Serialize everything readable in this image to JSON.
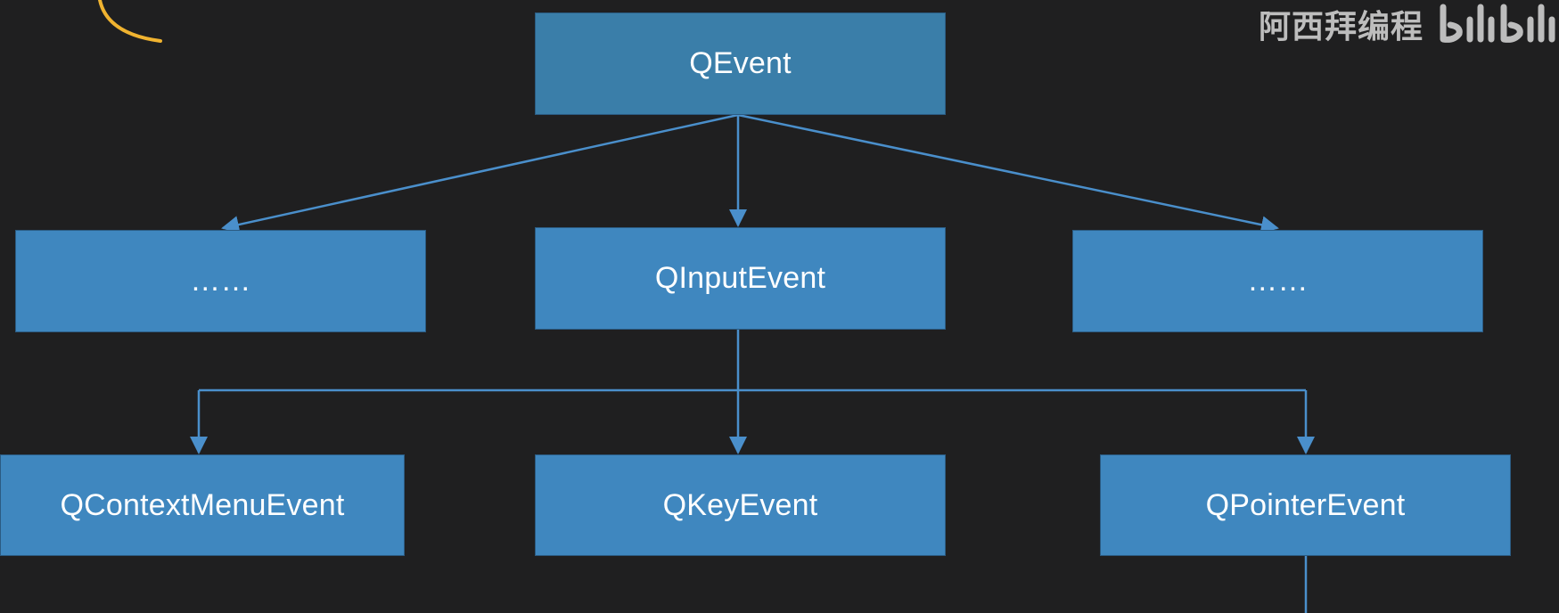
{
  "diagram": {
    "nodes": {
      "root": "QEvent",
      "left_mid": "……",
      "input_event": "QInputEvent",
      "right_mid": "……",
      "context_menu_event": "QContextMenuEvent",
      "key_event": "QKeyEvent",
      "pointer_event": "QPointerEvent"
    },
    "edges": [
      {
        "from": "root",
        "to": "left_mid"
      },
      {
        "from": "root",
        "to": "input_event"
      },
      {
        "from": "root",
        "to": "right_mid"
      },
      {
        "from": "input_event",
        "to": "context_menu_event"
      },
      {
        "from": "input_event",
        "to": "key_event"
      },
      {
        "from": "input_event",
        "to": "pointer_event"
      },
      {
        "from": "pointer_event",
        "to": ""
      }
    ]
  },
  "watermark": {
    "channel": "阿西拜编程",
    "platform_logo": "bilibili-logo"
  },
  "colors": {
    "background": "#1f1f20",
    "node_fill": "#3f87bf",
    "node_border": "#2b5b82",
    "connector": "#4a8fcb",
    "accent_arc": "#f0b330"
  }
}
